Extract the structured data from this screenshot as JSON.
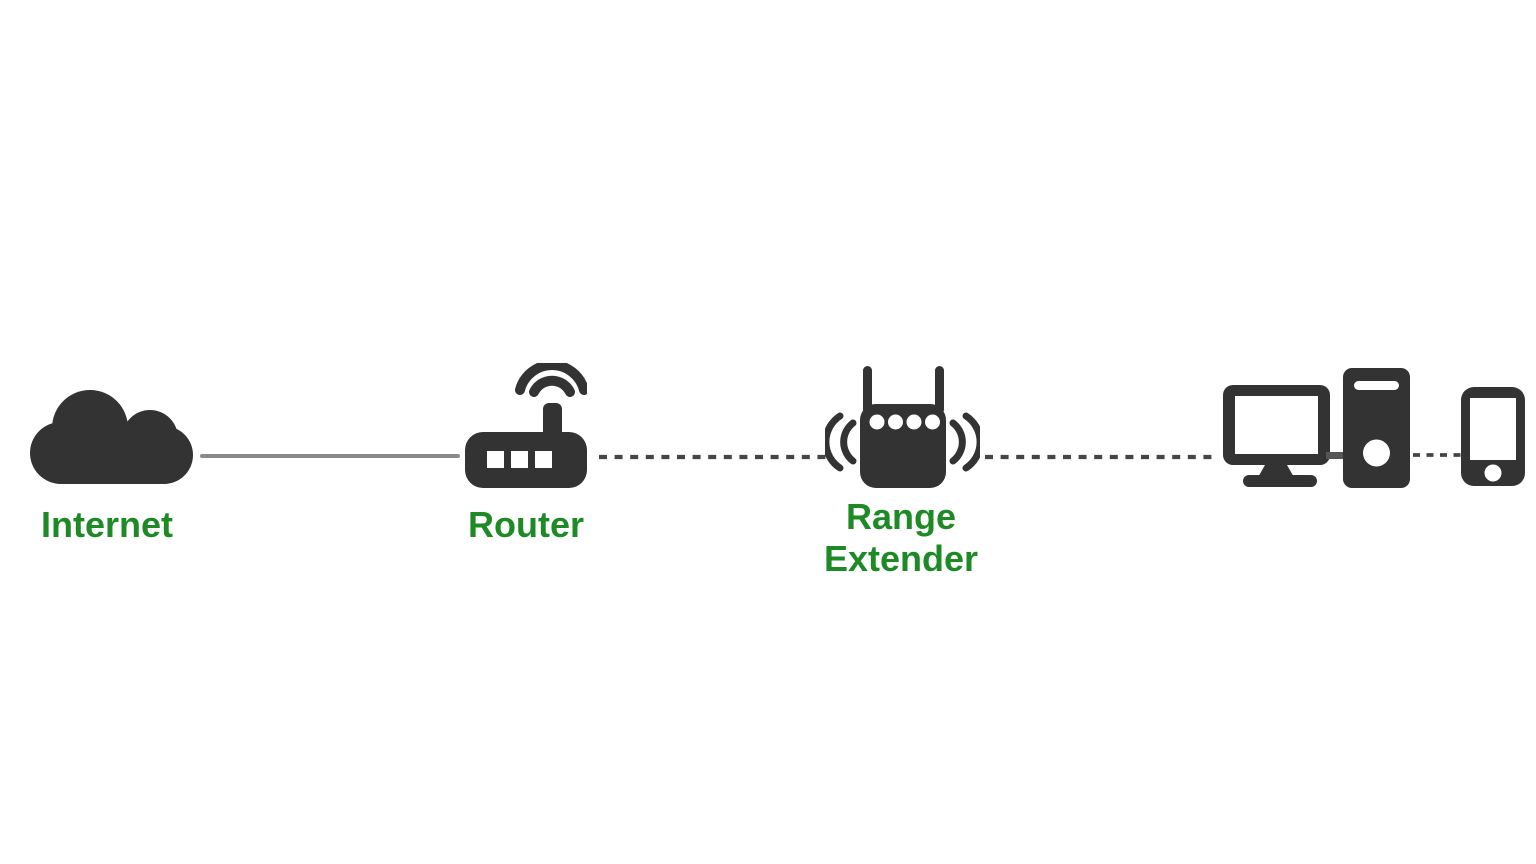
{
  "colors": {
    "icon": "#333333",
    "label": "#1e8a26",
    "solid_line": "#8a8a8a",
    "dashed_line": "#454545",
    "connector": "#555555",
    "background": "#ffffff"
  },
  "diagram": {
    "nodes": {
      "internet": {
        "label": "Internet",
        "icon": "cloud-icon"
      },
      "router": {
        "label": "Router",
        "icon": "wifi-router-icon"
      },
      "range_extender": {
        "label": "Range Extender",
        "icon": "range-extender-icon"
      },
      "devices": {
        "icons": [
          "desktop-monitor-icon",
          "computer-tower-icon",
          "smartphone-icon"
        ]
      }
    },
    "connections": [
      {
        "from": "internet",
        "to": "router",
        "style": "solid"
      },
      {
        "from": "router",
        "to": "range_extender",
        "style": "dashed"
      },
      {
        "from": "range_extender",
        "to": "devices",
        "style": "dashed"
      },
      {
        "from": "computer-tower",
        "to": "smartphone",
        "style": "dashed"
      }
    ]
  }
}
